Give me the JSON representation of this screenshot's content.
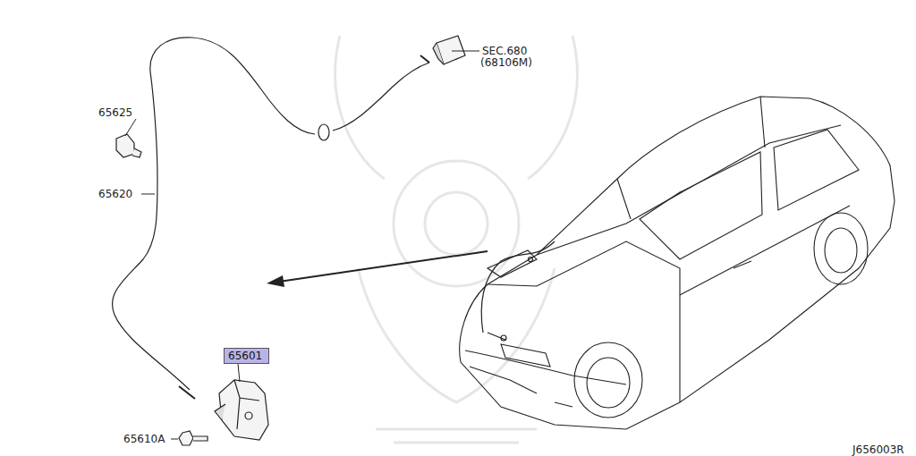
{
  "diagram": {
    "nodes": [
      {
        "text": [
          "65601"
        ]
      }
    ],
    "labels": [
      "SEC.680",
      "(68106M)",
      "65625",
      "65620",
      "65610A",
      "J656003R"
    ]
  }
}
